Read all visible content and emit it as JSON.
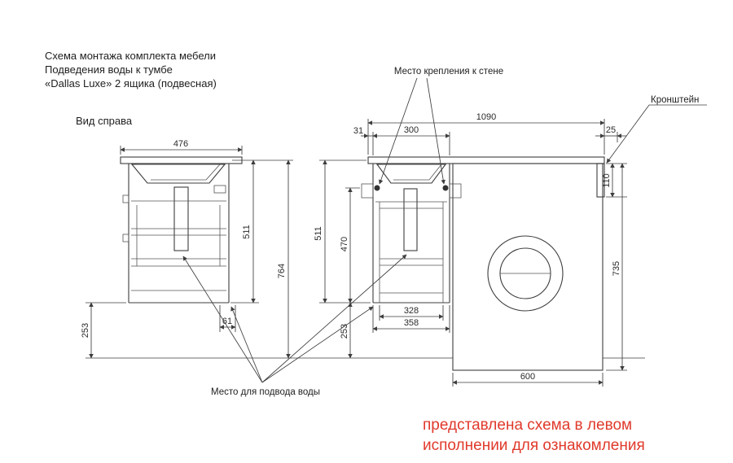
{
  "title_block": {
    "line1": "Схема монтажа комплекта мебели",
    "line2": "Подведения воды к тумбе",
    "line3": "«Dallas Luxe» 2 ящика (подвесная)"
  },
  "view_label": "Вид справа",
  "callouts": {
    "wall_mount": "Место крепления к стене",
    "bracket": "Кронштейн",
    "water_supply": "Место для подвода воды"
  },
  "footnote": {
    "line1": "представлена схема в левом",
    "line2": "исполнении для ознакомления"
  },
  "colors": {
    "line": "#3d3d3d",
    "note": "#e0392b"
  },
  "dims": {
    "side_width": "476",
    "side_height_upper": "511",
    "side_height_total": "764",
    "side_floor_gap": "253",
    "drain_offset": "61",
    "front_total_width": "1090",
    "front_left_offset": "31",
    "front_cabinet_width": "300",
    "front_right_offset": "25",
    "bracket_height": "110",
    "front_height_upper": "511",
    "front_cabinet_height": "470",
    "front_floor_gap": "253",
    "drawer_width": "328",
    "cabinet_width_outer": "358",
    "machine_height": "735",
    "machine_width": "600"
  }
}
